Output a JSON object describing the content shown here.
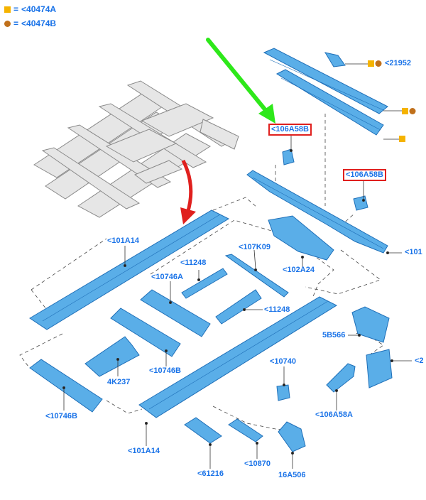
{
  "legend": [
    {
      "symbol": "square",
      "eq": "=",
      "label": "<40474A",
      "color": "#f5b300"
    },
    {
      "symbol": "circle",
      "eq": "=",
      "label": "<40474B",
      "color": "#c0701b"
    }
  ],
  "callouts": {
    "c21952": "<21952",
    "c106A58B_top": "<106A58B",
    "c106A58B_right": "<106A58B",
    "c101_right": "<101",
    "c101A14_top": "<101A14",
    "c107K09": "<107K09",
    "c102A24": "<102A24",
    "c11248_top": "<11248",
    "c10746A": "<10746A",
    "c11248_mid": "<11248",
    "c5B566": "5B566",
    "c4K237": "4K237",
    "c10746B_mid": "<10746B",
    "c10740": "<10740",
    "c2_right": "<2",
    "c10746B_left": "<10746B",
    "c106A58A": "<106A58A",
    "c101A14_bottom": "<101A14",
    "c61216": "<61216",
    "c10870": "<10870",
    "c16A506": "16A506"
  },
  "colors": {
    "part_fill": "#5aaee8",
    "part_stroke": "#1f6fb8",
    "frame_fill": "#e6e6e6",
    "frame_stroke": "#8a8a8a",
    "highlight_box": "#e0201e",
    "green_arrow": "#2ee81a",
    "red_arrow": "#e0201e",
    "label_text": "#1a73e8",
    "fastener_square": "#f5b300",
    "fastener_circle": "#c0701b"
  }
}
